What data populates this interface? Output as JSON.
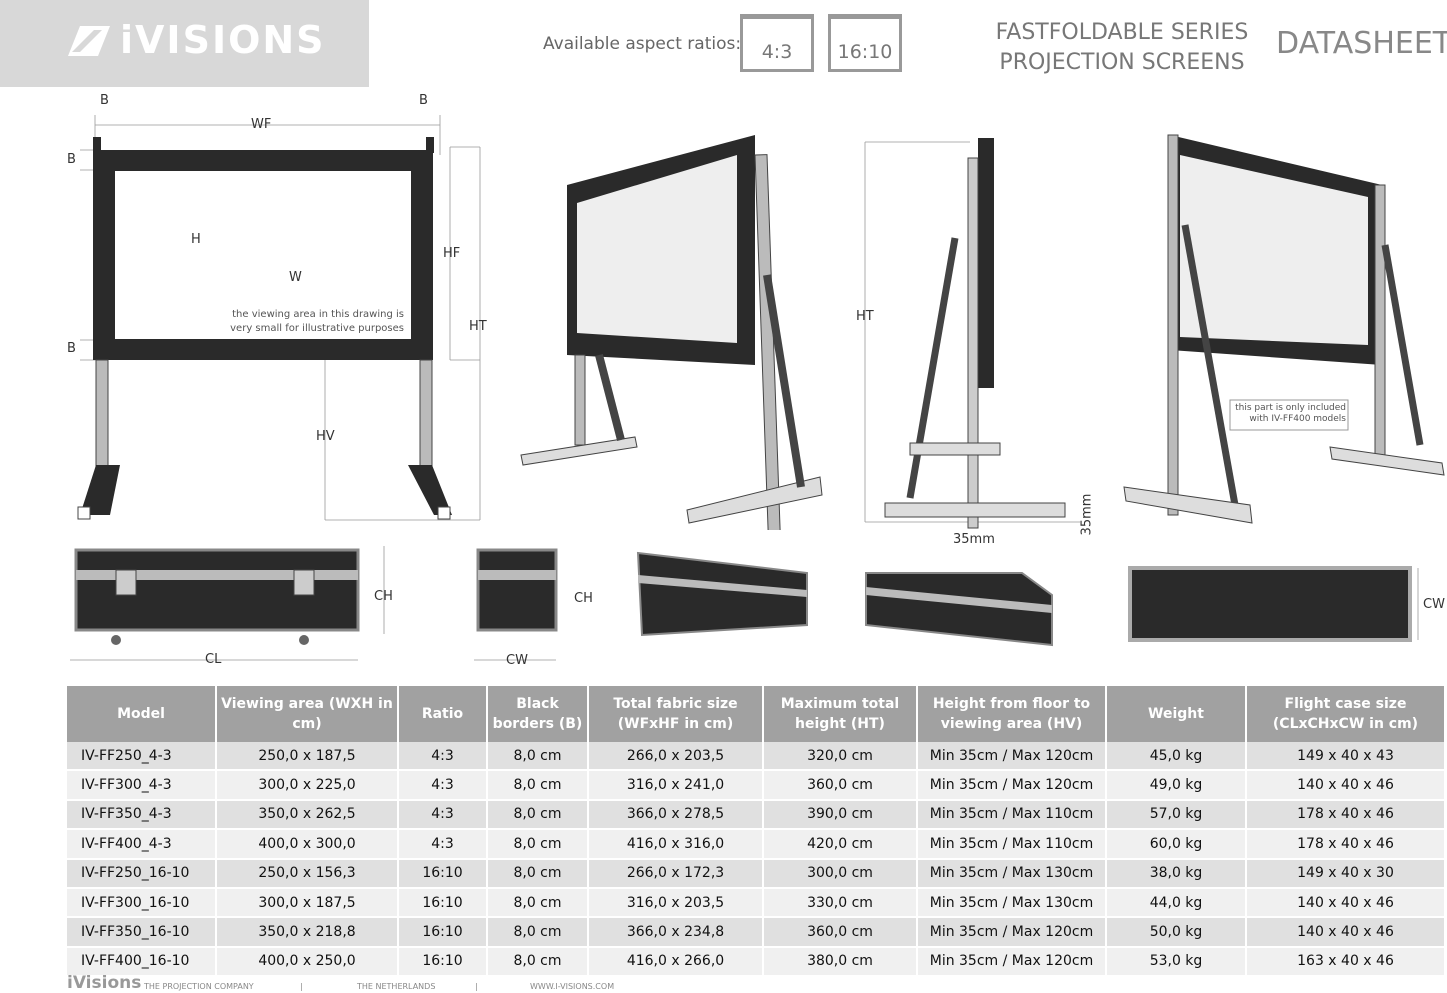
{
  "header": {
    "logo": "iVISIONS",
    "ratios_label": "Available aspect ratios:",
    "ratios": [
      "4:3",
      "16:10"
    ],
    "series_line1": "FASTFOLDABLE SERIES",
    "series_line2": "PROJECTION SCREENS",
    "doc_type": "DATASHEET"
  },
  "drawings": {
    "front_labels": {
      "b": "B",
      "wf": "WF",
      "h": "H",
      "w": "W",
      "hf": "HF",
      "ht": "HT",
      "hv": "HV"
    },
    "front_note_line1": "the viewing area in this drawing is",
    "front_note_line2": "very small for illustrative purposes",
    "side_labels": {
      "ht": "HT",
      "foot": "35mm",
      "height": "35mm"
    },
    "rear_note_line1": "this part is only included",
    "rear_note_line2": "with IV-FF400 models",
    "case_labels": {
      "ch": "CH",
      "cl": "CL",
      "cw": "CW"
    }
  },
  "table": {
    "headers": [
      "Model",
      "Viewing area (WXH in cm)",
      "Ratio",
      "Black borders (B)",
      "Total fabric size (WFxHF in cm)",
      "Maximum total height (HT)",
      "Height from floor to viewing area (HV)",
      "Weight",
      "Flight case size (CLxCHxCW in cm)"
    ],
    "rows": [
      [
        "IV-FF250_4-3",
        "250,0 x 187,5",
        "4:3",
        "8,0 cm",
        "266,0 x 203,5",
        "320,0 cm",
        "Min 35cm / Max 120cm",
        "45,0 kg",
        "149 x 40 x 43"
      ],
      [
        "IV-FF300_4-3",
        "300,0 x 225,0",
        "4:3",
        "8,0 cm",
        "316,0 x 241,0",
        "360,0 cm",
        "Min 35cm / Max 120cm",
        "49,0 kg",
        "140 x 40 x 46"
      ],
      [
        "IV-FF350_4-3",
        "350,0 x 262,5",
        "4:3",
        "8,0 cm",
        "366,0 x 278,5",
        "390,0 cm",
        "Min 35cm / Max 110cm",
        "57,0 kg",
        "178 x 40 x 46"
      ],
      [
        "IV-FF400_4-3",
        "400,0 x 300,0",
        "4:3",
        "8,0 cm",
        "416,0 x  316,0",
        "420,0 cm",
        "Min 35cm / Max 110cm",
        "60,0 kg",
        "178 x 40 x 46"
      ],
      [
        "IV-FF250_16-10",
        "250,0 x 156,3",
        "16:10",
        "8,0 cm",
        "266,0 x 172,3",
        "300,0 cm",
        "Min 35cm / Max 130cm",
        "38,0 kg",
        "149 x 40 x 30"
      ],
      [
        "IV-FF300_16-10",
        "300,0 x 187,5",
        "16:10",
        "8,0 cm",
        "316,0 x 203,5",
        "330,0 cm",
        "Min 35cm / Max 130cm",
        "44,0 kg",
        "140 x 40 x 46"
      ],
      [
        "IV-FF350_16-10",
        "350,0 x 218,8",
        "16:10",
        "8,0 cm",
        "366,0 x 234,8",
        "360,0 cm",
        "Min 35cm / Max 120cm",
        "50,0 kg",
        "140 x 40 x 46"
      ],
      [
        "IV-FF400_16-10",
        "400,0 x 250,0",
        "16:10",
        "8,0 cm",
        "416,0 x 266,0",
        "380,0 cm",
        "Min 35cm / Max 120cm",
        "53,0 kg",
        "163 x 40 x 46"
      ]
    ]
  },
  "footer": {
    "brand": "iVisions",
    "tagline": "THE PROJECTION COMPANY",
    "country": "THE NETHERLANDS",
    "website": "WWW.I-VISIONS.COM",
    "separator": "|"
  }
}
